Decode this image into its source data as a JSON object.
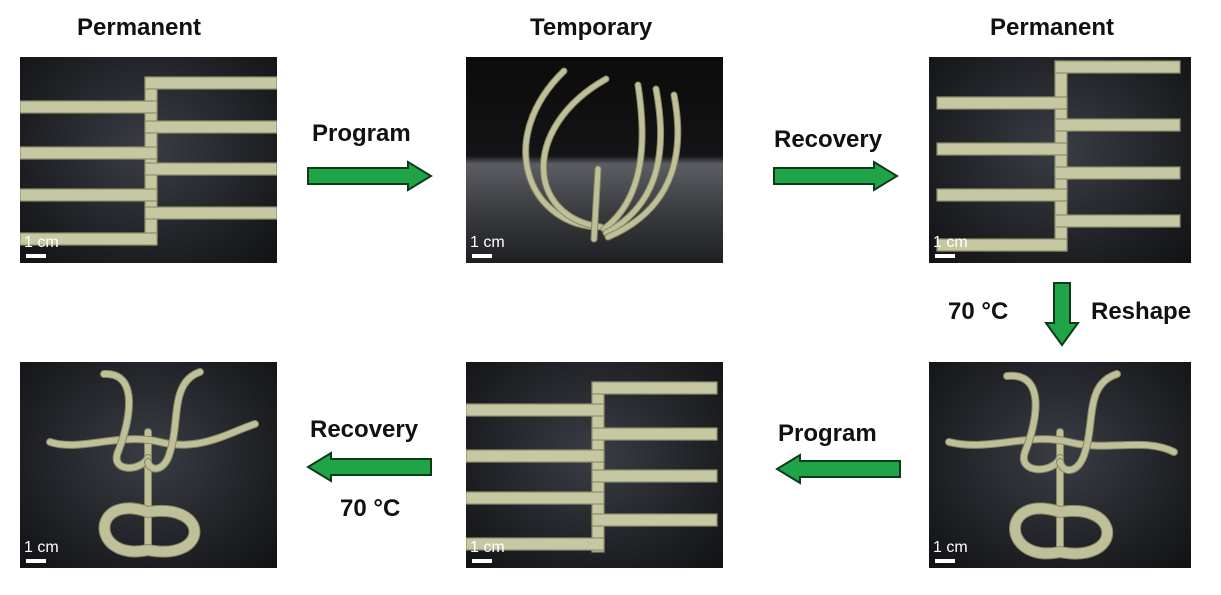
{
  "titles": {
    "top_left": "Permanent",
    "top_middle": "Temporary",
    "top_right": "Permanent"
  },
  "steps": {
    "program_top": "Program",
    "recovery_top": "Recovery",
    "reshape_temp": "70 °C",
    "reshape": "Reshape",
    "program_bottom": "Program",
    "recovery_bottom": "Recovery",
    "recovery_bottom_temp": "70 °C"
  },
  "scale_bar_label": "1 cm",
  "colors": {
    "arrow_fill": "#1fa447",
    "arrow_stroke": "#0d3b1a",
    "background": "#ffffff",
    "sample": "#c6c7a3"
  }
}
